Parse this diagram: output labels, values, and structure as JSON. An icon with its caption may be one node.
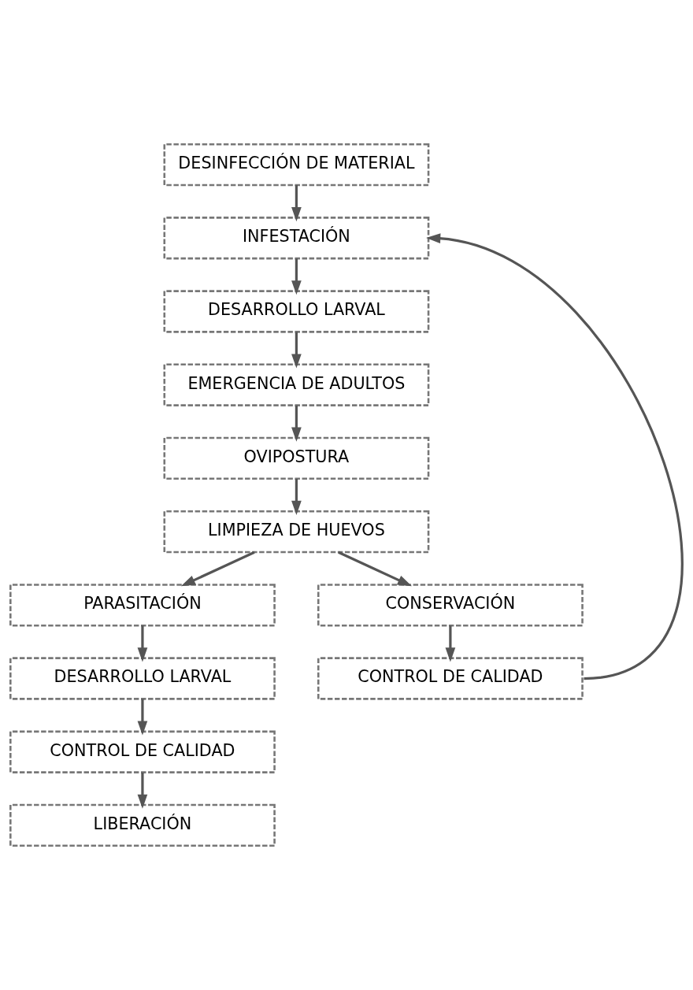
{
  "diagram": {
    "nodes": [
      {
        "text": [
          "DESINFECCIÓN DE MATERIAL"
        ]
      },
      {
        "text": [
          "INFESTACIÓN"
        ]
      },
      {
        "text": [
          "DESARROLLO LARVAL"
        ]
      },
      {
        "text": [
          "EMERGENCIA DE ADULTOS"
        ]
      },
      {
        "text": [
          "OVIPOSTURA"
        ]
      },
      {
        "text": [
          "LIMPIEZA DE HUEVOS"
        ]
      },
      {
        "text": [
          "PARASITACIÓN"
        ]
      },
      {
        "text": [
          "CONSERVACIÓN"
        ]
      },
      {
        "text": [
          "DESARROLLO LARVAL"
        ]
      },
      {
        "text": [
          "CONTROL DE CALIDAD"
        ]
      },
      {
        "text": [
          "CONTROL DE CALIDAD"
        ]
      },
      {
        "text": [
          "LIBERACIÓN"
        ]
      }
    ],
    "edges": [
      {
        "from": 0,
        "to": 1,
        "arrow": "to"
      },
      {
        "from": 1,
        "to": 2,
        "arrow": "to"
      },
      {
        "from": 2,
        "to": 3,
        "arrow": "to"
      },
      {
        "from": 3,
        "to": 4,
        "arrow": "to"
      },
      {
        "from": 4,
        "to": 5,
        "arrow": "to"
      },
      {
        "from": 5,
        "to": 6,
        "arrow": "to"
      },
      {
        "from": 5,
        "to": 7,
        "arrow": "to"
      },
      {
        "from": 6,
        "to": 8,
        "arrow": "to"
      },
      {
        "from": 7,
        "to": 9,
        "arrow": "to"
      },
      {
        "from": 8,
        "to": 10,
        "arrow": "to"
      },
      {
        "from": 10,
        "to": 11,
        "arrow": "to"
      },
      {
        "from": 9,
        "to": 1,
        "arrow": "to"
      }
    ]
  }
}
